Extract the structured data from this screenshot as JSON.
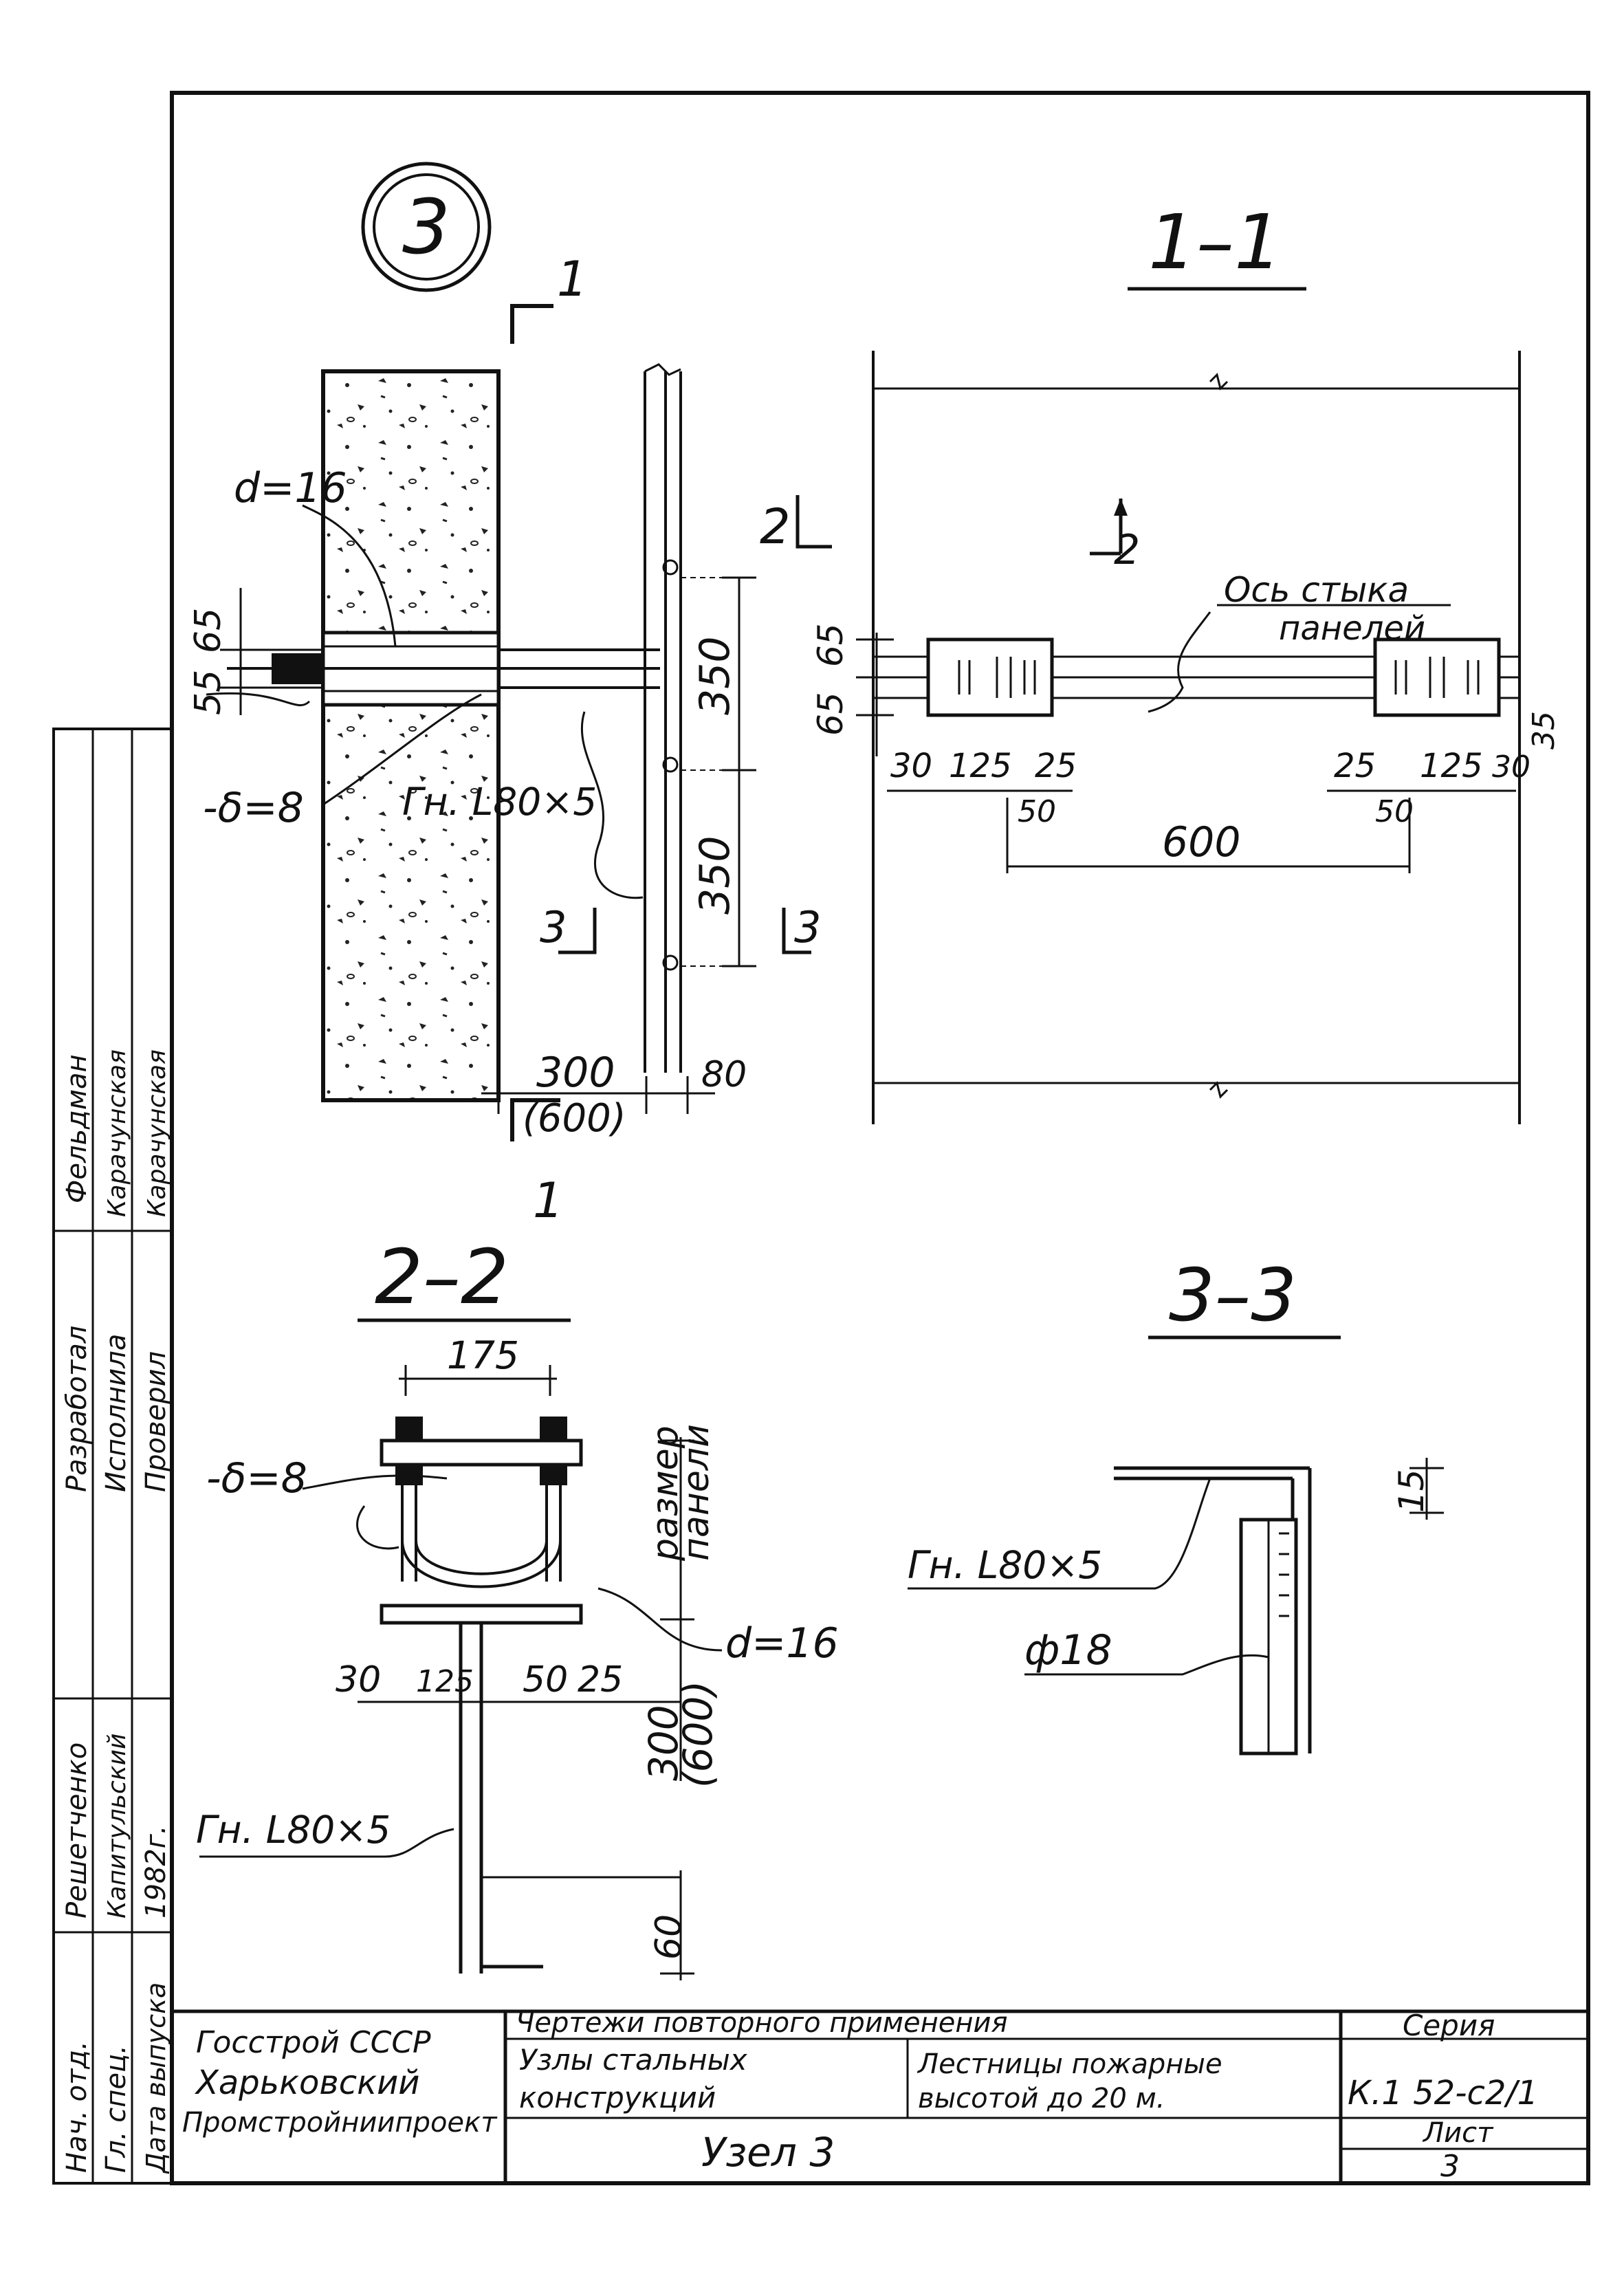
{
  "node_marker": "3",
  "sections": {
    "s1": "1–1",
    "s2": "2–2",
    "s3": "3–3",
    "cut1_top": "1",
    "cut1_bottom": "1",
    "cut2_left": "2",
    "cut2_right": "2",
    "cut3_left": "3",
    "cut3_right": "3"
  },
  "elevation": {
    "d16": "d=16",
    "plate": "-δ=8",
    "angle": "Гн. L80×5",
    "dim65": "65",
    "dim55": "55",
    "dim350_top": "350",
    "dim350_bottom": "350",
    "dim300": "300",
    "dim600": "(600)",
    "dim80": "80"
  },
  "plan": {
    "axis_line1": "Ось стыка",
    "axis_line2": "панелей",
    "d65a": "65",
    "d65b": "65",
    "d30": "30",
    "d125": "125",
    "d25": "25",
    "d50": "50",
    "d600": "600",
    "d25r": "25",
    "d125r": "125",
    "d30r": "30",
    "d50r": "50",
    "d35": "35"
  },
  "section2": {
    "d175": "175",
    "plate": "-δ=8",
    "razmer": "размер",
    "paneli": "панели",
    "d16": "d=16",
    "d30": "30",
    "d125": "125",
    "d50": "50",
    "d25": "25",
    "d300": "300",
    "d600": "(600)",
    "angle": "Гн. L80×5",
    "d60": "60"
  },
  "section3": {
    "angle": "Гн. L80×5",
    "d15": "15",
    "phi": "ф18"
  },
  "stamp_side": {
    "rows": [
      {
        "role": "Разработал",
        "name": "Фельдман"
      },
      {
        "role": "Исполнила",
        "name": "Карачунская"
      },
      {
        "role": "Проверил",
        "name": "Карачунская"
      },
      {
        "role": "Нач. отд.",
        "name": "Решетченко"
      },
      {
        "role": "Гл. спец.",
        "name": "Капитульский"
      },
      {
        "role": "Дата выпуска",
        "name": "1982г."
      }
    ]
  },
  "title_block": {
    "org1": "Госстрой СССР",
    "org2": "Харьковский",
    "org3": "Промстройниипроект",
    "series_title": "Чертежи повторного применения",
    "col1_l1": "Узлы стальных",
    "col1_l2": "конструкций",
    "col2_l1": "Лестницы пожарные",
    "col2_l2": "высотой до 20 м.",
    "sheet_name": "Узел 3",
    "series_label": "Серия",
    "series_value": "К.1 52-с2/1",
    "list_label": "Лист",
    "list_value": "3"
  }
}
